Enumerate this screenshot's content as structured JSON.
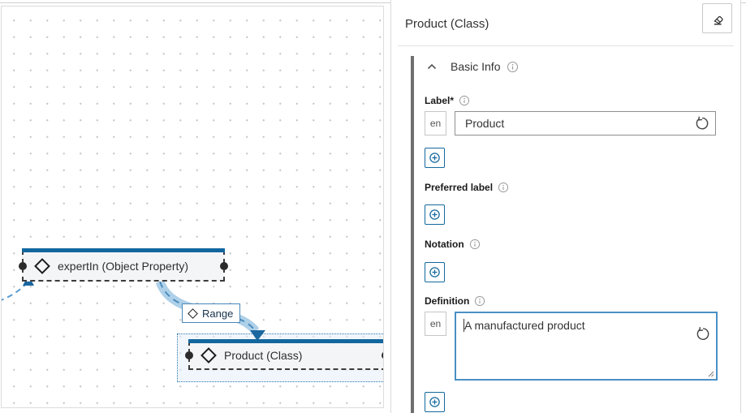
{
  "canvas": {
    "nodes": [
      {
        "label": "expertIn (Object Property)",
        "type": "object-property"
      },
      {
        "label": "Product (Class)",
        "type": "class"
      }
    ],
    "edge": {
      "label": "Range"
    }
  },
  "panel": {
    "title": "Product (Class)",
    "section": {
      "title": "Basic Info"
    },
    "fields": {
      "label": {
        "name": "Label*",
        "lang": "en",
        "value": "Product"
      },
      "preferred_label": {
        "name": "Preferred label"
      },
      "notation": {
        "name": "Notation"
      },
      "definition": {
        "name": "Definition",
        "lang": "en",
        "value": "A manufactured product"
      }
    },
    "icons": {
      "eraser": "clear-styles-eraser",
      "undo": "revert-value",
      "add": "add-value-plus",
      "info": "info-tooltip",
      "collapse": "chevron-up"
    },
    "colors": {
      "accent_blue": "#14699e",
      "node_header_blue": "#13679f",
      "edge_band": "#aed0e8",
      "edge_dash": "#4287ba",
      "focus_border": "#4a90c4",
      "section_bar": "#6f6f6f",
      "selection_border": "#2e77ad"
    }
  }
}
